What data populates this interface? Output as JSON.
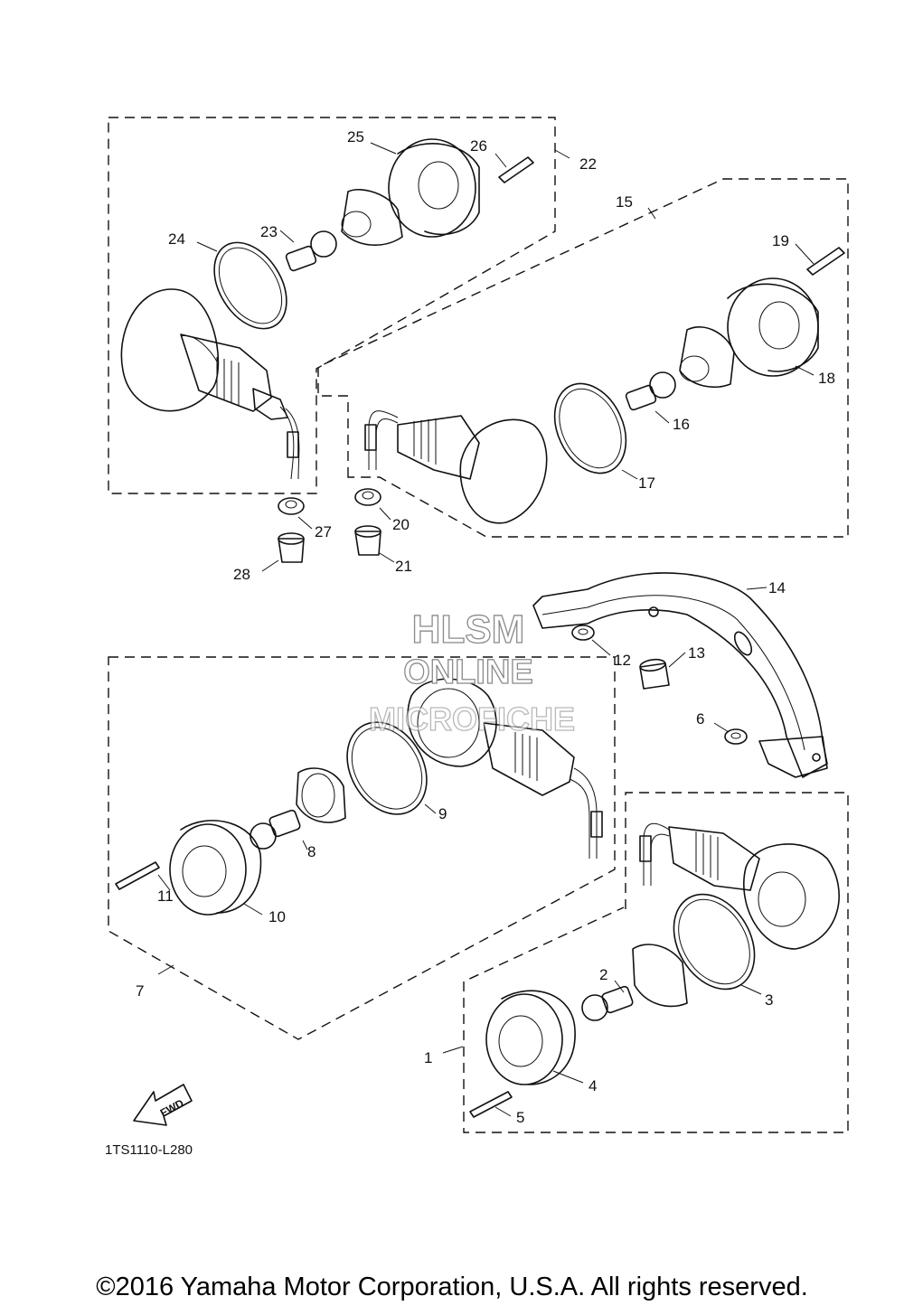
{
  "diagram": {
    "reference_code": "1TS1110-L280",
    "copyright": "©2016 Yamaha Motor Corporation, U.S.A. All rights reserved.",
    "direction_arrow_label": "FWD",
    "watermark": [
      "HLSM",
      "ONLINE",
      "MICROFICHE"
    ],
    "callouts": [
      "1",
      "2",
      "3",
      "4",
      "5",
      "6",
      "7",
      "8",
      "9",
      "10",
      "11",
      "12",
      "13",
      "14",
      "15",
      "16",
      "17",
      "18",
      "19",
      "20",
      "21",
      "22",
      "23",
      "24",
      "25",
      "26",
      "27",
      "28"
    ]
  }
}
